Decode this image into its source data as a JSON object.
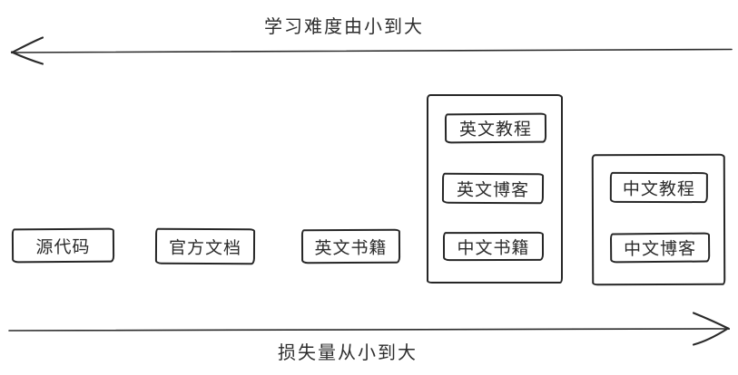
{
  "diagram": {
    "axis_top": {
      "label": "学习难度由小到大",
      "arrow_direction": "left"
    },
    "axis_bottom": {
      "label": "损失量从小到大",
      "arrow_direction": "right"
    },
    "standalone_boxes": [
      {
        "label": "源代码"
      },
      {
        "label": "官方文档"
      },
      {
        "label": "英文书籍"
      }
    ],
    "groups": [
      {
        "items": [
          {
            "label": "英文教程"
          },
          {
            "label": "英文博客"
          },
          {
            "label": "中文书籍"
          }
        ]
      },
      {
        "items": [
          {
            "label": "中文教程"
          },
          {
            "label": "中文博客"
          }
        ]
      }
    ],
    "colors": {
      "stroke": "#2a2a2a",
      "text": "#2d2d2d",
      "background": "#ffffff"
    }
  }
}
